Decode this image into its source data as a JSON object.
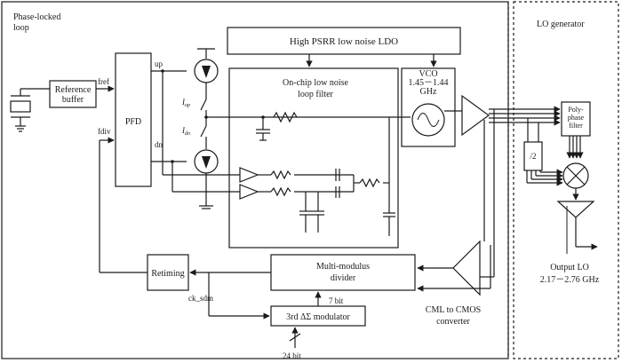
{
  "regions": {
    "pll": "Phase-locked\nloop",
    "lo_generator": "LO generator"
  },
  "blocks": {
    "ldo": "High PSRR low noise LDO",
    "loop_filter": "On-chip low noise\nloop filter",
    "reference_buffer": "Reference\nbuffer",
    "pfd": "PFD",
    "vco": "VCO\n1.45－1.44\nGHz",
    "polyphase_filter": "Poly-\nphase\nfilter",
    "divide_by_two": "/2",
    "retiming": "Retiming",
    "mmd": "Multi-modulus\ndivider",
    "sdm": "3rd ΔΣ modulator",
    "cml_to_cmos": "CML to CMOS\nconverter"
  },
  "signals": {
    "fref": "fref",
    "fdiv": "fdiv",
    "up": "up",
    "dn": "dn",
    "i_up": "I",
    "i_up_sub": "up",
    "i_dn": "I",
    "i_dn_sub": "dn",
    "ck_sdm": "ck_sdm",
    "sdm_out_bits": "7 bit",
    "sdm_in_bits": "24 bit",
    "output_lo": "Output LO\n2.17－2.76 GHz"
  }
}
